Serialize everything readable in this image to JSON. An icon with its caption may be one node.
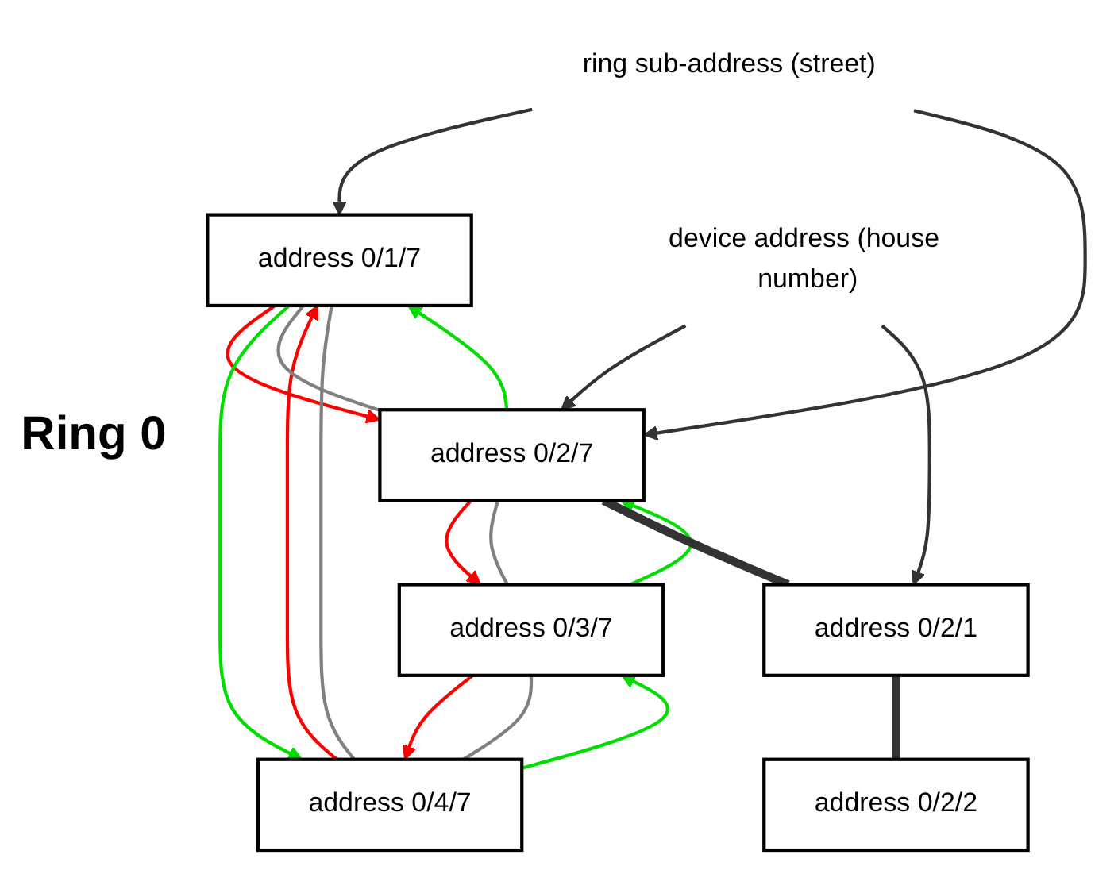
{
  "diagram": {
    "nodes": [
      {
        "text": [
          "address 0/1/7"
        ]
      },
      {
        "text": [
          "ring sub-address (street)"
        ]
      },
      {
        "text": [
          "device address (house number)"
        ]
      },
      {
        "text": [
          "address 0/4/7"
        ]
      },
      {
        "text": [
          "address 0/2/7"
        ]
      },
      {
        "text": [
          "address 0/2/1"
        ]
      },
      {
        "text": [
          "address 0/3/7"
        ]
      },
      {
        "text": [
          "address 0/2/2"
        ]
      }
    ],
    "edges": [
      {
        "from": 0,
        "to": 4,
        "arrow": "to",
        "color": "#ff0000"
      },
      {
        "from": 4,
        "to": 6,
        "arrow": "to",
        "color": "#ff0000"
      },
      {
        "from": 6,
        "to": 3,
        "arrow": "to",
        "color": "#ff0000"
      },
      {
        "from": 3,
        "to": 0,
        "arrow": "to",
        "color": "#ff0000"
      },
      {
        "from": 0,
        "to": 3,
        "arrow": "to",
        "color": "#00dd00"
      },
      {
        "from": 3,
        "to": 6,
        "arrow": "to",
        "color": "#00dd00"
      },
      {
        "from": 6,
        "to": 4,
        "arrow": "to",
        "color": "#00dd00"
      },
      {
        "from": 4,
        "to": 0,
        "arrow": "to",
        "color": "#00dd00"
      },
      {
        "from": 0,
        "to": 4,
        "arrow": "none",
        "color": "#808080"
      },
      {
        "from": 4,
        "to": 6,
        "arrow": "none",
        "color": "#808080"
      },
      {
        "from": 6,
        "to": 3,
        "arrow": "none",
        "color": "#808080"
      },
      {
        "from": 3,
        "to": 0,
        "arrow": "none",
        "color": "#808080"
      },
      {
        "from": 4,
        "to": 5,
        "arrow": "none",
        "style": "thick"
      },
      {
        "from": 5,
        "to": 7,
        "arrow": "none",
        "style": "thick"
      },
      {
        "from": 1,
        "to": 0,
        "arrow": "to"
      },
      {
        "from": 1,
        "to": 4,
        "arrow": "to"
      },
      {
        "from": 2,
        "to": 4,
        "arrow": "to"
      },
      {
        "from": 2,
        "to": 5,
        "arrow": "to"
      }
    ],
    "labels": [
      "Ring 0"
    ]
  }
}
